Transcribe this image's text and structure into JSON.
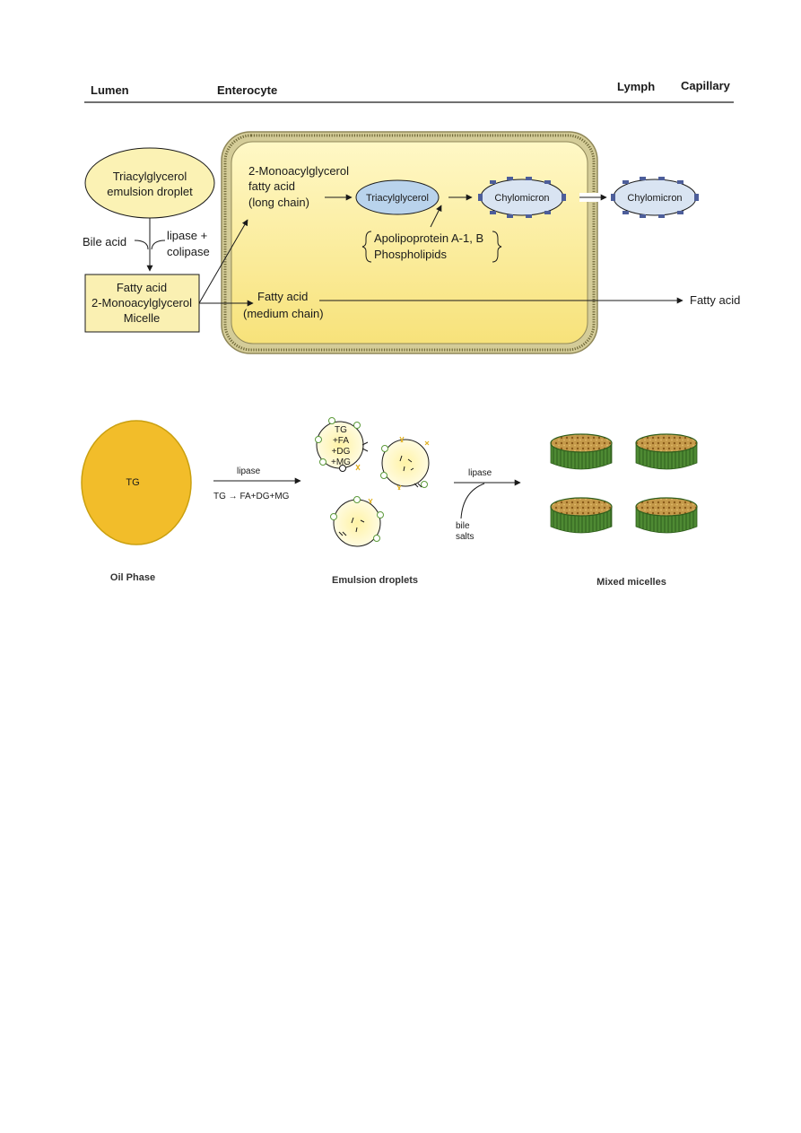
{
  "header": {
    "lumen": "Lumen",
    "enterocyte": "Enterocyte",
    "lymph": "Lymph",
    "capillary": "Capillary"
  },
  "top_diagram": {
    "emulsion_line1": "Triacylglycerol",
    "emulsion_line2": "emulsion droplet",
    "bile_acid": "Bile acid",
    "lipase_line1": "lipase +",
    "lipase_line2": "colipase",
    "micelle_line1": "Fatty acid",
    "micelle_line2": "2-Monoacylglycerol",
    "micelle_line3": "Micelle",
    "mono_line1": "2-Monoacylglycerol",
    "mono_line2": "fatty acid",
    "mono_line3": "(long chain)",
    "triacylglycerol": "Triacylglycerol",
    "chylomicron_inner": "Chylomicron",
    "chylomicron_outer": "Chylomicron",
    "apo_line1": "Apolipoprotein A-1, B",
    "apo_line2": "Phospholipids",
    "fa_medium_line1": "Fatty acid",
    "fa_medium_line2": "(medium chain)",
    "fa_out": "Fatty acid"
  },
  "bottom_diagram": {
    "tg": "TG",
    "lipase1": "lipase",
    "reaction": "TG → FA+DG+MG",
    "droplet_tg": "TG",
    "droplet_fa": "+FA",
    "droplet_dg": "+DG",
    "droplet_mg": "+MG",
    "lipase2": "lipase",
    "bile_line1": "bile",
    "bile_line2": "salts",
    "caption_oil": "Oil Phase",
    "caption_emulsion": "Emulsion droplets",
    "caption_micelles": "Mixed micelles"
  },
  "colors": {
    "cell_fill": "#fbf1a8",
    "membrane": "#a8a070",
    "micelle_box": "#faf0b2",
    "triacylglycerol": "#b9d3ec",
    "chylomicron": "#d9e4f2",
    "knob": "#4d5e9a",
    "oil": "#f2bd2a",
    "micelle_green": "#4e8a33",
    "micelle_top": "#c08a3a"
  }
}
